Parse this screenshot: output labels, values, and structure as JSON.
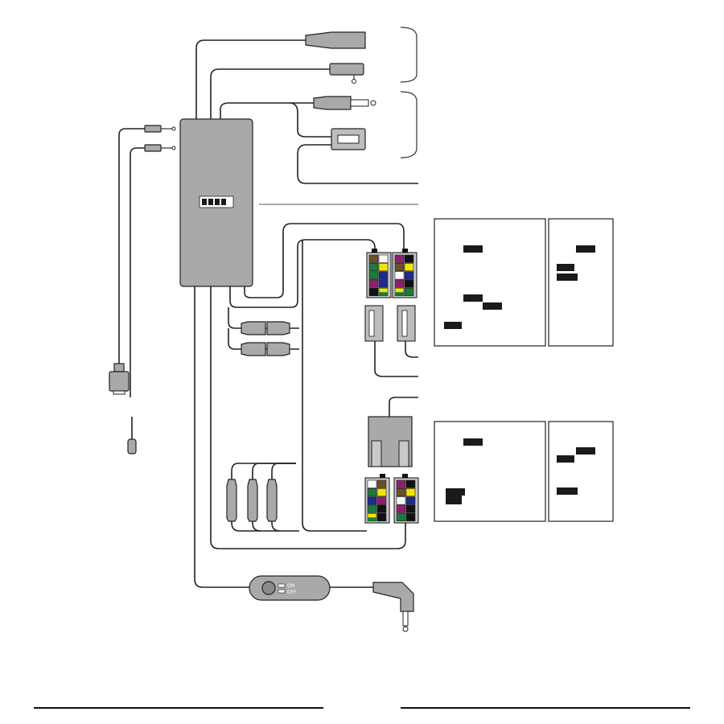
{
  "switch": {
    "on_label": "ON",
    "off_label": "OFF"
  },
  "colors": {
    "module_fill": "#a9a9a9",
    "wire": "#222222",
    "pin_colors": {
      "brown": "#6b4f2a",
      "white": "#ffffff",
      "black": "#111111",
      "purple": "#8e1f6e",
      "green": "#1d7a3a",
      "yellow": "#f2e600",
      "blue": "#1f2a8c",
      "dark_teal": "#0e5a4a",
      "yellow_green": "#f2e600"
    }
  },
  "connectors": {
    "upper_left": [
      "brown",
      "white",
      "green",
      "yellow",
      "green",
      "blue",
      "purple",
      "blue",
      "black",
      "yellow_green"
    ],
    "upper_right": [
      "purple",
      "black",
      "brown",
      "yellow",
      "white",
      "blue",
      "purple",
      "black",
      "yellow_green",
      "green"
    ],
    "lower_left": [
      "white",
      "brown",
      "green",
      "yellow",
      "blue",
      "purple",
      "green",
      "black",
      "yellow_green",
      "black"
    ],
    "lower_right": [
      "purple",
      "black",
      "brown",
      "yellow",
      "white",
      "blue",
      "purple",
      "black",
      "green",
      "black"
    ]
  }
}
